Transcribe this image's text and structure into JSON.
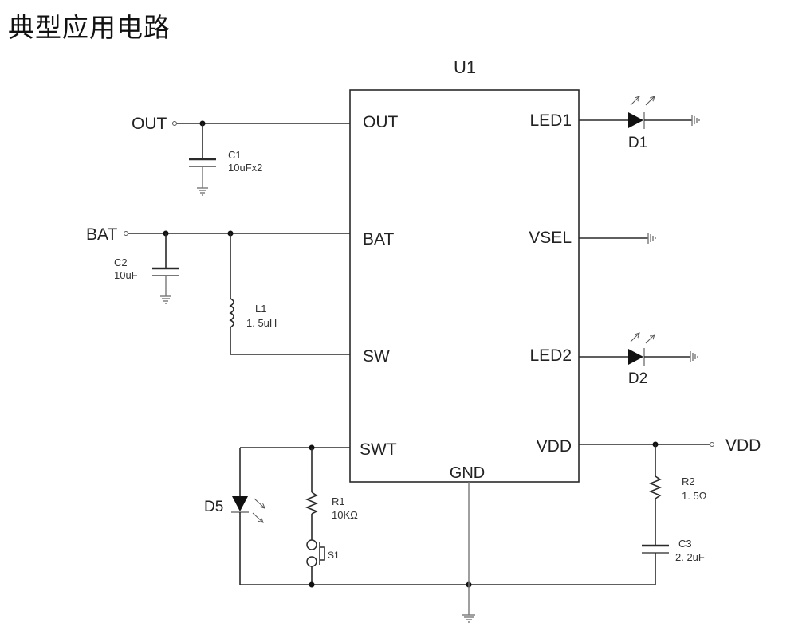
{
  "title": "典型应用电路",
  "ic": {
    "ref": "U1",
    "left_pins": [
      "OUT",
      "BAT",
      "SW",
      "SWT"
    ],
    "right_pins": [
      "LED1",
      "VSEL",
      "LED2",
      "VDD"
    ],
    "bottom_pins": [
      "GND"
    ]
  },
  "nets": {
    "out": "OUT",
    "bat": "BAT",
    "vdd": "VDD"
  },
  "components": {
    "c1": {
      "ref": "C1",
      "value": "10uFx2"
    },
    "c2": {
      "ref": "C2",
      "value": "10uF"
    },
    "l1": {
      "ref": "L1",
      "value": "1. 5uH"
    },
    "d1": {
      "ref": "D1"
    },
    "d2": {
      "ref": "D2"
    },
    "d5": {
      "ref": "D5"
    },
    "r1": {
      "ref": "R1",
      "value": "10KΩ"
    },
    "s1": {
      "ref": "S1"
    },
    "r2": {
      "ref": "R2",
      "value": "1. 5Ω"
    },
    "c3": {
      "ref": "C3",
      "value": "2. 2uF"
    }
  }
}
